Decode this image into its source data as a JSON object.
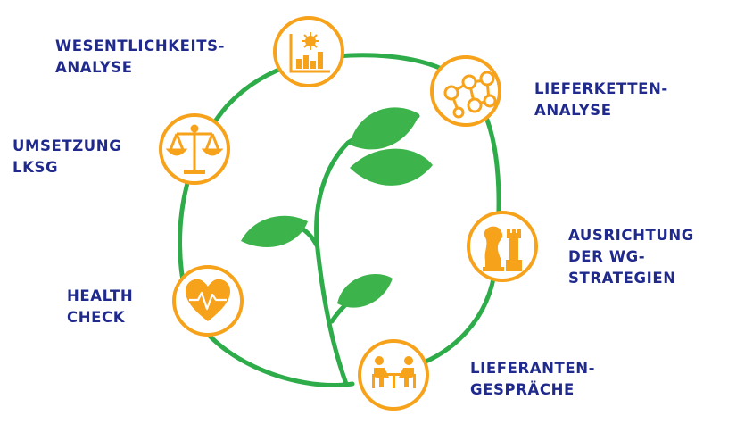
{
  "colors": {
    "orange": "#F7A21B",
    "green": "#2EAC4A",
    "leaf": "#3CB44B",
    "label": "#1F2A8C"
  },
  "stations": [
    {
      "id": "wesentlichkeit",
      "icon": "bar-chart-with-virus-icon",
      "lines": [
        "WESENTLICHKEITS-",
        "ANALYSE"
      ]
    },
    {
      "id": "lieferkette",
      "icon": "network-people-icon",
      "lines": [
        "LIEFERKETTEN-",
        "ANALYSE"
      ]
    },
    {
      "id": "umsetzung",
      "icon": "scales-icon",
      "lines": [
        "UMSETZUNG",
        "LKSG"
      ]
    },
    {
      "id": "ausrichtung",
      "icon": "chess-pieces-icon",
      "lines": [
        "AUSRICHTUNG",
        "DER WG-",
        "STRATEGIEN"
      ]
    },
    {
      "id": "health",
      "icon": "heart-pulse-icon",
      "lines": [
        "HEALTH",
        "CHECK"
      ]
    },
    {
      "id": "gespraeche",
      "icon": "meeting-table-icon",
      "lines": [
        "LIEFERANTEN-",
        "GESPRÄCHE"
      ]
    }
  ]
}
